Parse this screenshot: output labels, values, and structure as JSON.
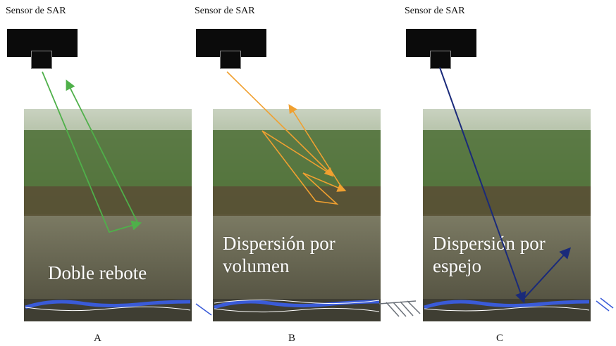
{
  "panels": [
    {
      "id": "a",
      "sensor_label": "Sensor de SAR",
      "caption_lines": [
        "Doble rebote"
      ],
      "letter": "A",
      "arrow_color": "#4fb04a"
    },
    {
      "id": "b",
      "sensor_label": "Sensor de SAR",
      "caption_lines": [
        "Dispersión por",
        "volumen"
      ],
      "letter": "B",
      "arrow_color": "#f0a030"
    },
    {
      "id": "c",
      "sensor_label": "Sensor de SAR",
      "caption_lines": [
        "Dispersión por",
        "espejo"
      ],
      "letter": "C",
      "arrow_color": "#1a2a7a"
    }
  ],
  "colors": {
    "sensor": "#0b0b0b",
    "water_line": "#3a5bd8",
    "foliage": "#3f6a2a",
    "water": "#6b6a55"
  },
  "icons": {
    "sensor": "sar-sensor-icon",
    "ground_hatch": "ground-hatch-icon"
  }
}
